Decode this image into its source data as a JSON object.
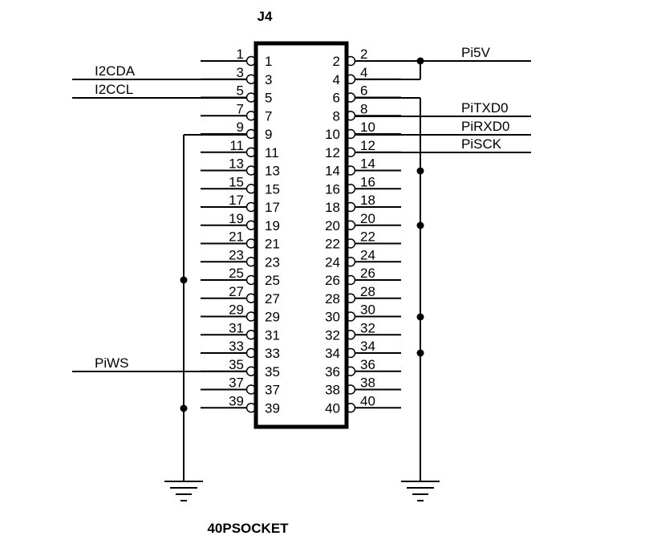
{
  "component": {
    "ref": "J4",
    "part": "40PSOCKET",
    "pins": [
      "1",
      "2",
      "3",
      "4",
      "5",
      "6",
      "7",
      "8",
      "9",
      "10",
      "11",
      "12",
      "13",
      "14",
      "15",
      "16",
      "17",
      "18",
      "19",
      "20",
      "21",
      "22",
      "23",
      "24",
      "25",
      "26",
      "27",
      "28",
      "29",
      "30",
      "31",
      "32",
      "33",
      "34",
      "35",
      "36",
      "37",
      "38",
      "39",
      "40"
    ]
  },
  "nets": {
    "i2cda": "I2CDA",
    "i2ccl": "I2CCL",
    "piws": "PiWS",
    "pi5v": "Pi5V",
    "pitxd0": "PiTXD0",
    "pirxd0": "PiRXD0",
    "pisck": "PiSCK"
  }
}
